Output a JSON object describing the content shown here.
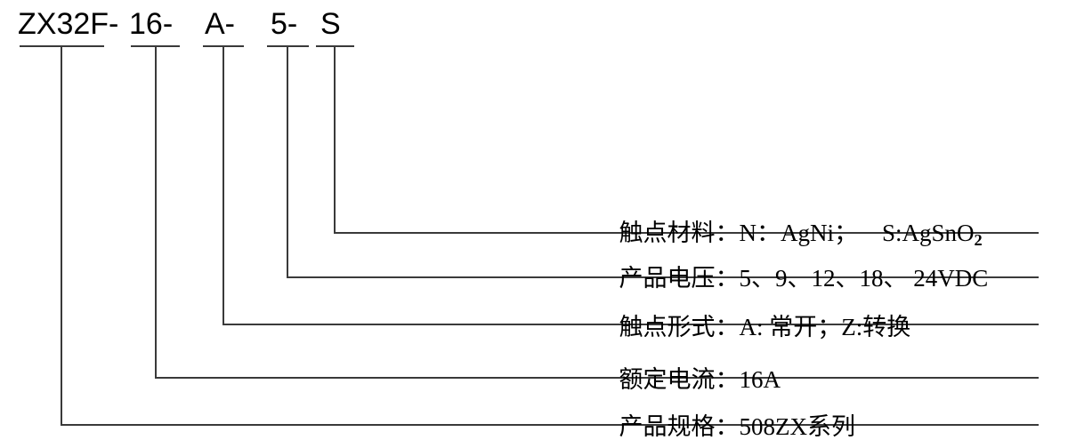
{
  "diagram": {
    "title": "Product model code breakdown",
    "line_color": "#3a3a3a",
    "text_color": "#000000",
    "background": "#ffffff",
    "code_segments": [
      {
        "text": "ZX32F-",
        "maps_to": "产品规格"
      },
      {
        "text": "16-",
        "maps_to": "额定电流"
      },
      {
        "text": "A-",
        "maps_to": "触点形式"
      },
      {
        "text": "5-",
        "maps_to": "产品电压"
      },
      {
        "text": "S",
        "maps_to": "触点材料"
      }
    ],
    "labels": [
      {
        "key": "触点材料：",
        "value_pre": "N：AgNi；    S:AgSnO",
        "value_sub": "2",
        "value_post": ""
      },
      {
        "key": "产品电压：",
        "value_pre": "5、9、12、18、 24VDC",
        "value_sub": "",
        "value_post": ""
      },
      {
        "key": "触点形式：",
        "value_pre": "A: 常开；Z:转换",
        "value_sub": "",
        "value_post": ""
      },
      {
        "key": "额定电流：",
        "value_pre": "16A",
        "value_sub": "",
        "value_post": ""
      },
      {
        "key": "产品规格：",
        "value_pre": "508ZX系列",
        "value_sub": "",
        "value_post": ""
      }
    ]
  }
}
